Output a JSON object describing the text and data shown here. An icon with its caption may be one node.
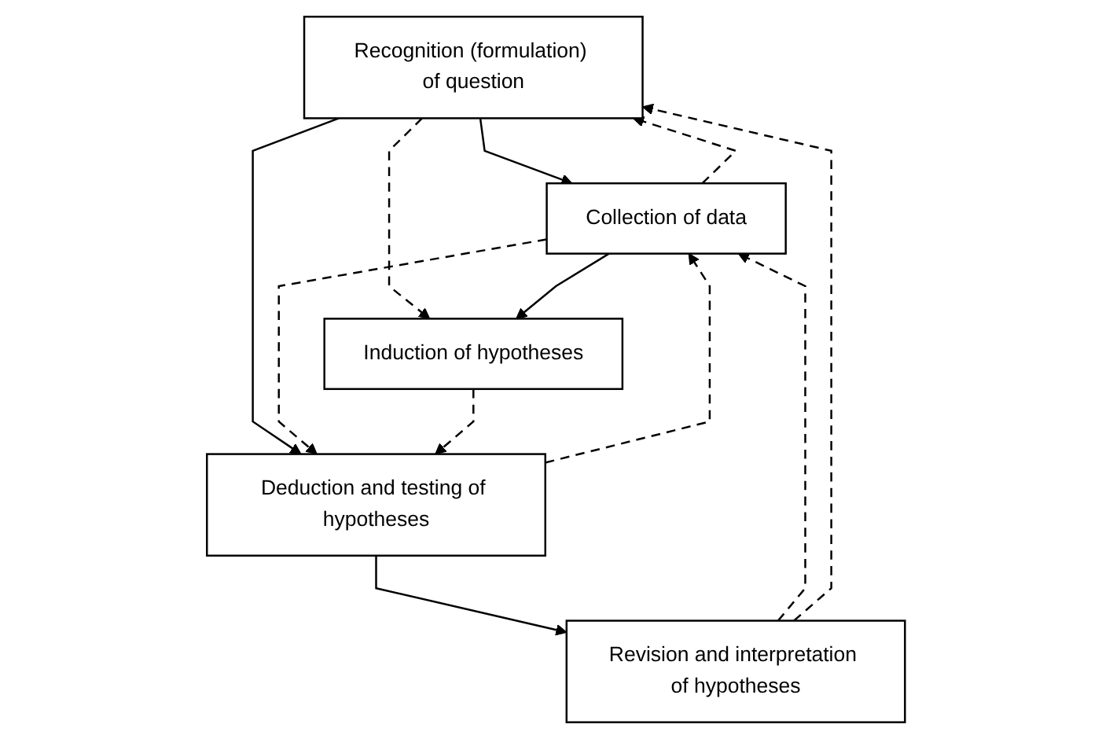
{
  "diagram": {
    "nodes": [
      {
        "text": [
          "Recognition (formulation) of question"
        ]
      },
      {
        "text": [
          "Collection of data"
        ]
      },
      {
        "text": [
          "Induction of hypotheses"
        ]
      },
      {
        "text": [
          "Deduction and testing of hypotheses"
        ]
      },
      {
        "text": [
          "Revision and interpretation of hypotheses"
        ]
      }
    ],
    "edges": [
      {
        "from": 0,
        "to": 1,
        "arrow": "to"
      },
      {
        "from": 0,
        "to": 3,
        "arrow": "to"
      },
      {
        "from": 0,
        "to": 2,
        "arrow": "to",
        "style": "dashed"
      },
      {
        "from": 1,
        "to": 2,
        "arrow": "to"
      },
      {
        "from": 1,
        "to": 3,
        "arrow": "to",
        "style": "dashed"
      },
      {
        "from": 2,
        "to": 3,
        "arrow": "to",
        "style": "dashed"
      },
      {
        "from": 3,
        "to": 1,
        "arrow": "to",
        "style": "dashed"
      },
      {
        "from": 1,
        "to": 0,
        "arrow": "to",
        "style": "dashed"
      },
      {
        "from": 3,
        "to": 4,
        "arrow": "to"
      },
      {
        "from": 4,
        "to": 1,
        "arrow": "to",
        "style": "dashed"
      },
      {
        "from": 4,
        "to": 0,
        "arrow": "to",
        "style": "dashed"
      }
    ]
  }
}
